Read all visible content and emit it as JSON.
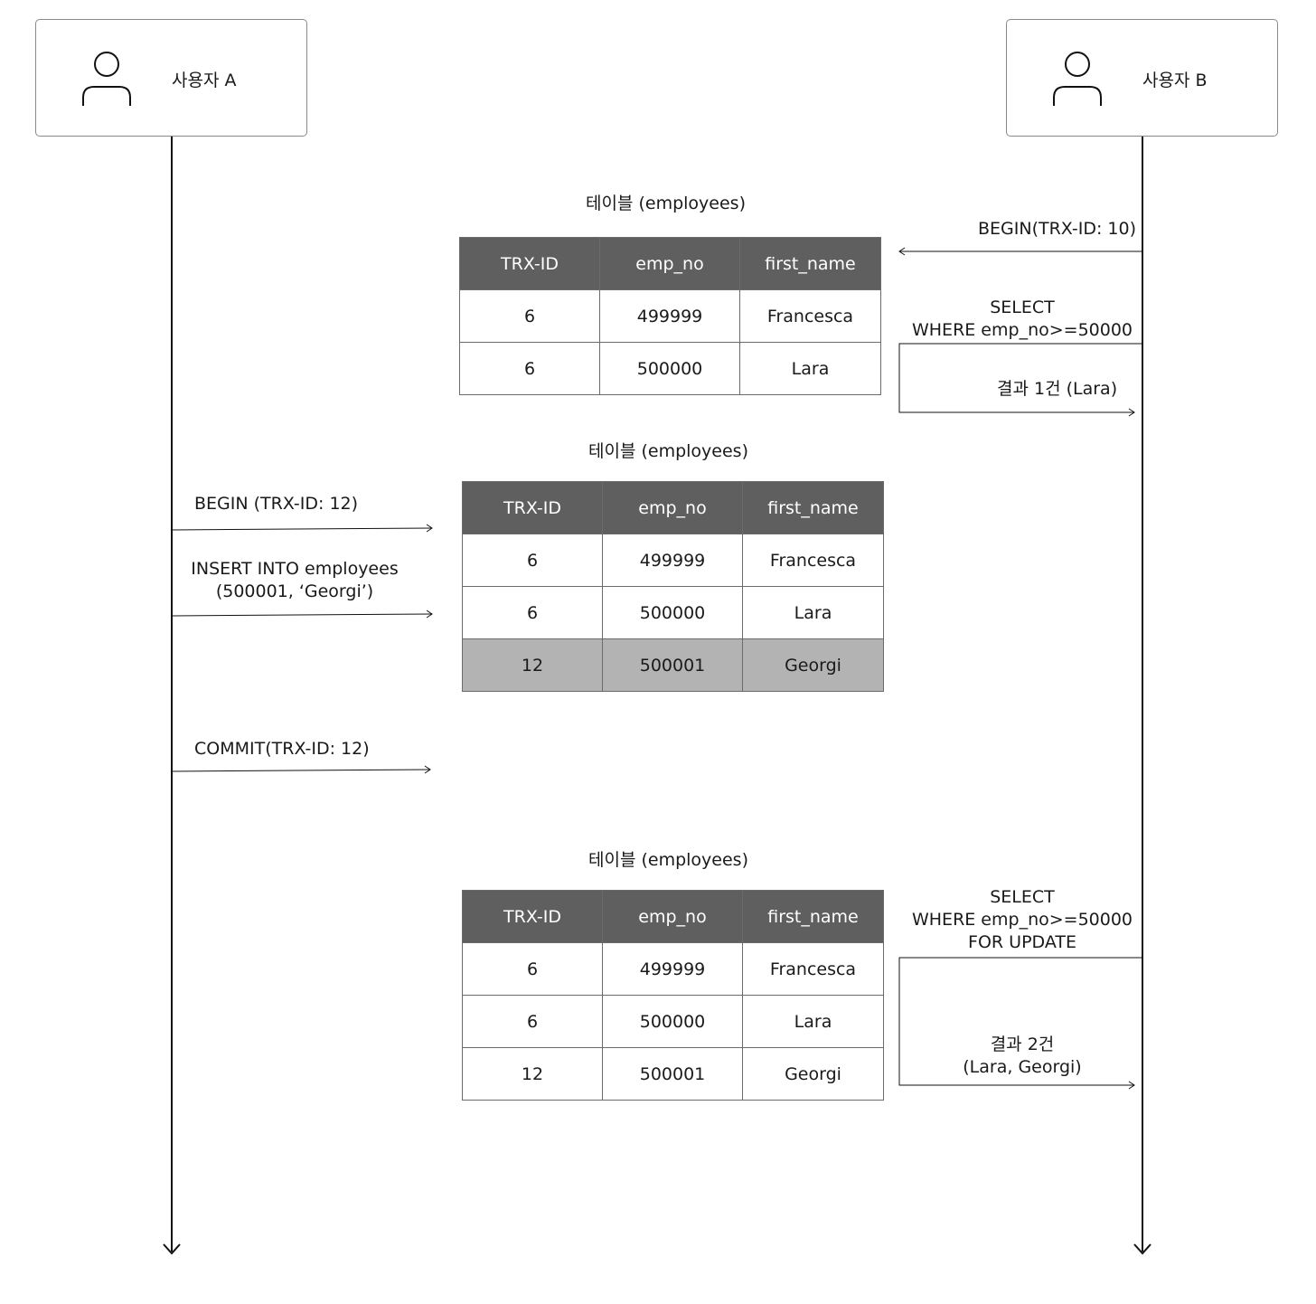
{
  "actors": {
    "a": {
      "name": "사용자 A"
    },
    "b": {
      "name": "사용자 B"
    }
  },
  "tables": [
    {
      "caption": "테이블 (employees)",
      "headers": [
        "TRX-ID",
        "emp_no",
        "first_name"
      ],
      "rows": [
        [
          "6",
          "499999",
          "Francesca"
        ],
        [
          "6",
          "500000",
          "Lara"
        ]
      ]
    },
    {
      "caption": "테이블 (employees)",
      "headers": [
        "TRX-ID",
        "emp_no",
        "first_name"
      ],
      "rows": [
        [
          "6",
          "499999",
          "Francesca"
        ],
        [
          "6",
          "500000",
          "Lara"
        ],
        [
          "12",
          "500001",
          "Georgi"
        ]
      ]
    },
    {
      "caption": "테이블 (employees)",
      "headers": [
        "TRX-ID",
        "emp_no",
        "first_name"
      ],
      "rows": [
        [
          "6",
          "499999",
          "Francesca"
        ],
        [
          "6",
          "500000",
          "Lara"
        ],
        [
          "12",
          "500001",
          "Georgi"
        ]
      ]
    }
  ],
  "messages": {
    "b_begin": "BEGIN(TRX-ID: 10)",
    "b_select1_line1": "SELECT",
    "b_select1_line2": "WHERE emp_no>=50000",
    "b_result1": "결과 1건 (Lara)",
    "a_begin": "BEGIN (TRX-ID: 12)",
    "a_insert_line1": "INSERT INTO employees",
    "a_insert_line2": "(500001, ‘Georgi’)",
    "a_commit": "COMMIT(TRX-ID: 12)",
    "b_select2_line1": "SELECT",
    "b_select2_line2": "WHERE emp_no>=50000",
    "b_select2_line3": "FOR UPDATE",
    "b_result2_line1": "결과 2건",
    "b_result2_line2": "(Lara, Georgi)"
  }
}
